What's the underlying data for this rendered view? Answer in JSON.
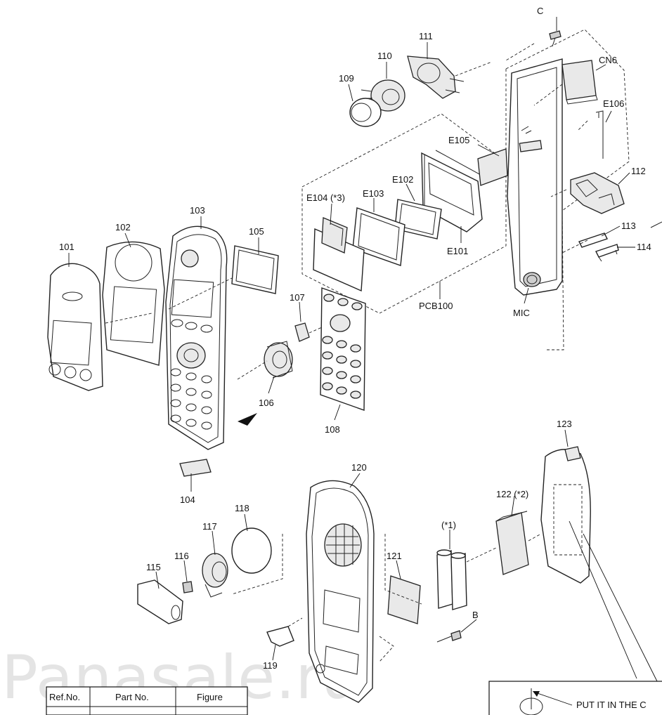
{
  "diagram": {
    "labels": {
      "c": "C",
      "b": "B",
      "cn6": "CN6",
      "e106": "E106",
      "p111": "111",
      "p110": "110",
      "p109": "109",
      "p112": "112",
      "p113": "113",
      "p114": "114",
      "e105": "E105",
      "e102": "E102",
      "e104": "E104 (*3)",
      "e103": "E103",
      "e101": "E101",
      "pcb100": "PCB100",
      "mic": "MIC",
      "p101": "101",
      "p102": "102",
      "p103": "103",
      "p105": "105",
      "p107": "107",
      "p106": "106",
      "p108": "108",
      "p104": "104",
      "p123": "123",
      "p120": "120",
      "p122": "122 (*2)",
      "p118": "118",
      "p117": "117",
      "p116": "116",
      "p115": "115",
      "p121": "121",
      "star1": "(*1)",
      "p119": "119",
      "callout": "PUT IT IN THE C"
    },
    "table": {
      "headers": [
        "Ref.No.",
        "Part No.",
        "Figure"
      ]
    },
    "watermark": "Panasale.ru"
  }
}
